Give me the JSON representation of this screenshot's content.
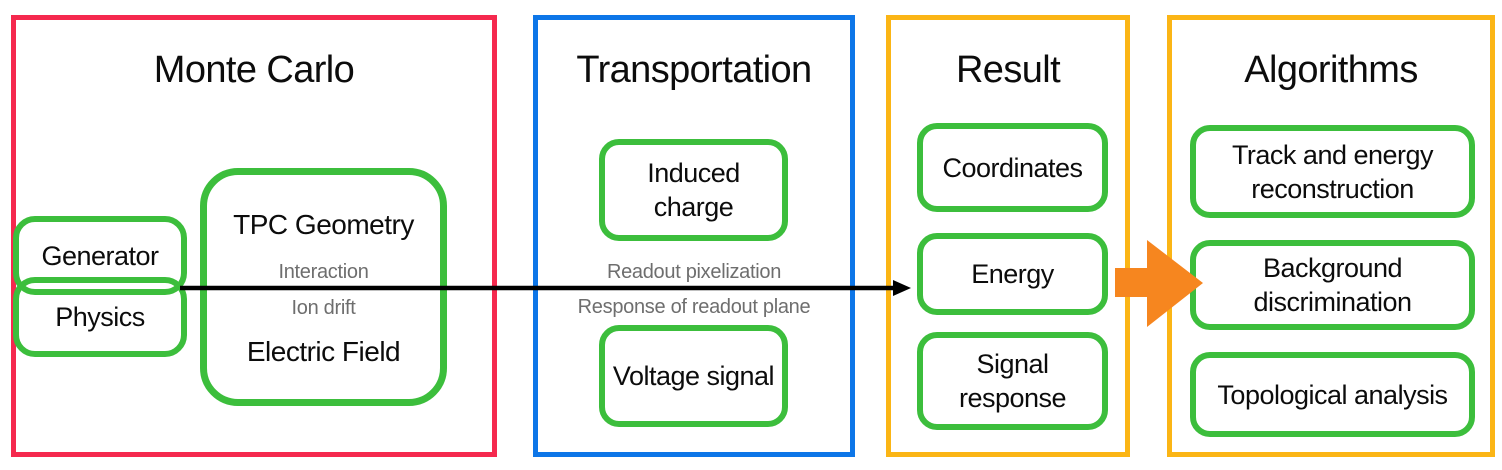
{
  "diagram": {
    "panels": {
      "monte_carlo": {
        "title": "Monte Carlo",
        "border_color": "#f5294e",
        "nodes": {
          "generator": "Generator",
          "physics": "Physics",
          "tpc_geometry": "TPC Geometry",
          "electric_field": "Electric Field"
        },
        "process_labels": {
          "interaction": "Interaction",
          "ion_drift": "Ion drift"
        }
      },
      "transportation": {
        "title": "Transportation",
        "border_color": "#0d76e8",
        "nodes": {
          "induced_charge": "Induced charge",
          "voltage_signal": "Voltage signal"
        },
        "process_labels": {
          "readout_pixelization": "Readout pixelization",
          "response_of_readout_plane": "Response of readout plane"
        }
      },
      "result": {
        "title": "Result",
        "border_color": "#fbb515",
        "nodes": {
          "coordinates": "Coordinates",
          "energy": "Energy",
          "signal_response": "Signal response"
        }
      },
      "algorithms": {
        "title": "Algorithms",
        "border_color": "#fbb515",
        "nodes": {
          "track_energy_reconstruction": "Track and energy reconstruction",
          "background_discrimination": "Background discrimination",
          "topological_analysis": "Topological analysis"
        }
      }
    },
    "colors": {
      "node_border": "#3cbe3c",
      "flow_arrow": "#000000",
      "big_arrow": "#f6861f",
      "process_label_text": "#6e6e6e",
      "text": "#0c0c0c"
    }
  }
}
